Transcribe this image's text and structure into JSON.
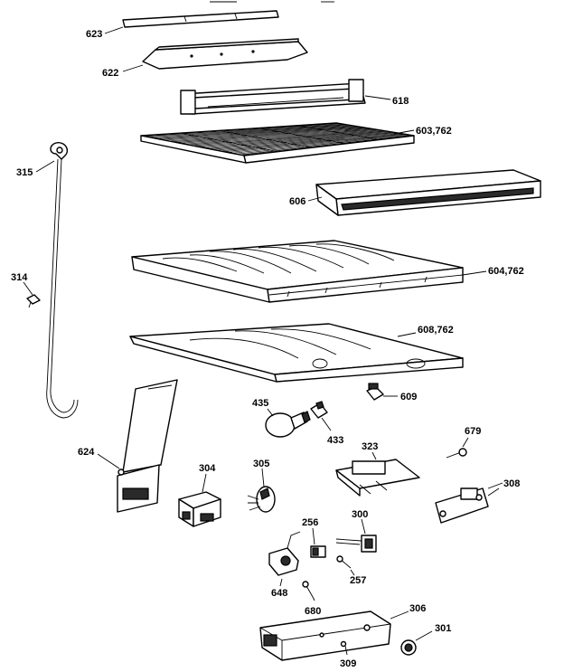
{
  "labels": {
    "p623": "623",
    "p622": "622",
    "p618": "618",
    "p603": "603,762",
    "p606": "606",
    "p315": "315",
    "p314": "314",
    "p604": "604,762",
    "p608": "608,762",
    "p609": "609",
    "p435": "435",
    "p433": "433",
    "p679": "679",
    "p323": "323",
    "p624": "624",
    "p304": "304",
    "p305": "305",
    "p308": "308",
    "p256": "256",
    "p300": "300",
    "p257": "257",
    "p648": "648",
    "p680": "680",
    "p306": "306",
    "p301": "301",
    "p309": "309"
  }
}
